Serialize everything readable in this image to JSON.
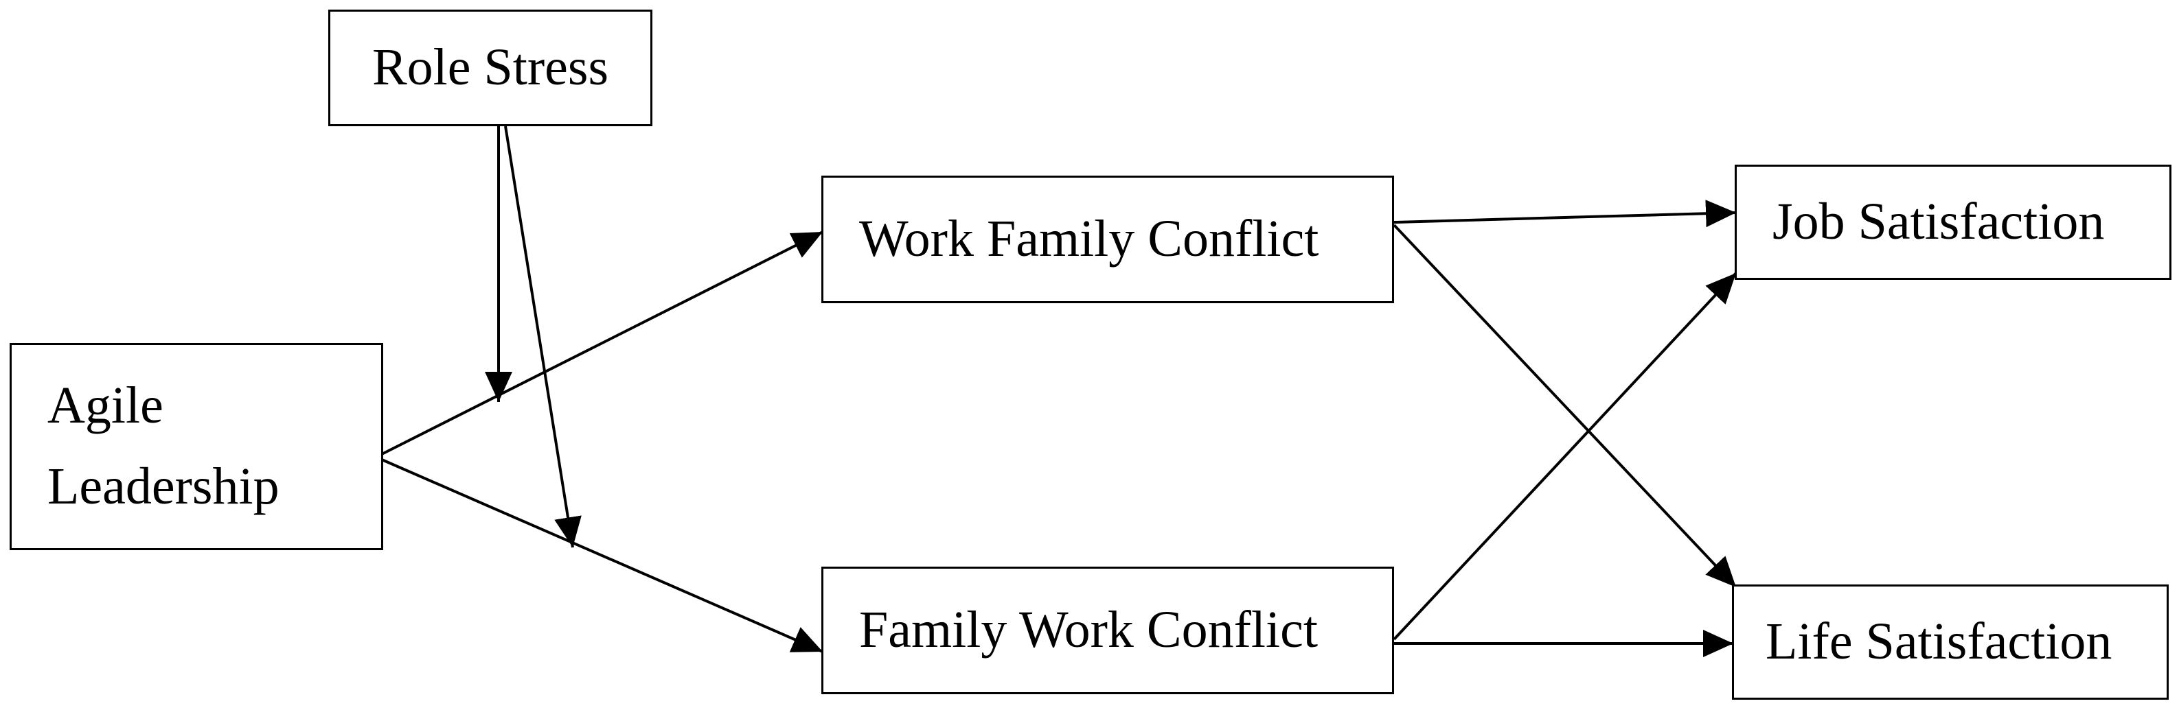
{
  "diagram": {
    "nodes": {
      "role_stress": "Role Stress",
      "work_family_conflict": "Work Family Conflict",
      "job_satisfaction": "Job Satisfaction",
      "agile_leadership_line1": "Agile",
      "agile_leadership_line2": "Leadership",
      "family_work_conflict": "Family Work Conflict",
      "life_satisfaction": "Life Satisfaction"
    },
    "edges": [
      {
        "from": "Agile Leadership",
        "to": "Work Family Conflict"
      },
      {
        "from": "Agile Leadership",
        "to": "Family Work Conflict"
      },
      {
        "from": "Role Stress",
        "to": "Agile Leadership → Work Family Conflict"
      },
      {
        "from": "Role Stress",
        "to": "Agile Leadership → Family Work Conflict"
      },
      {
        "from": "Work Family Conflict",
        "to": "Job Satisfaction"
      },
      {
        "from": "Work Family Conflict",
        "to": "Life Satisfaction"
      },
      {
        "from": "Family Work Conflict",
        "to": "Job Satisfaction"
      },
      {
        "from": "Family Work Conflict",
        "to": "Life Satisfaction"
      }
    ],
    "colors": {
      "stroke": "#000000",
      "background": "#ffffff"
    }
  }
}
